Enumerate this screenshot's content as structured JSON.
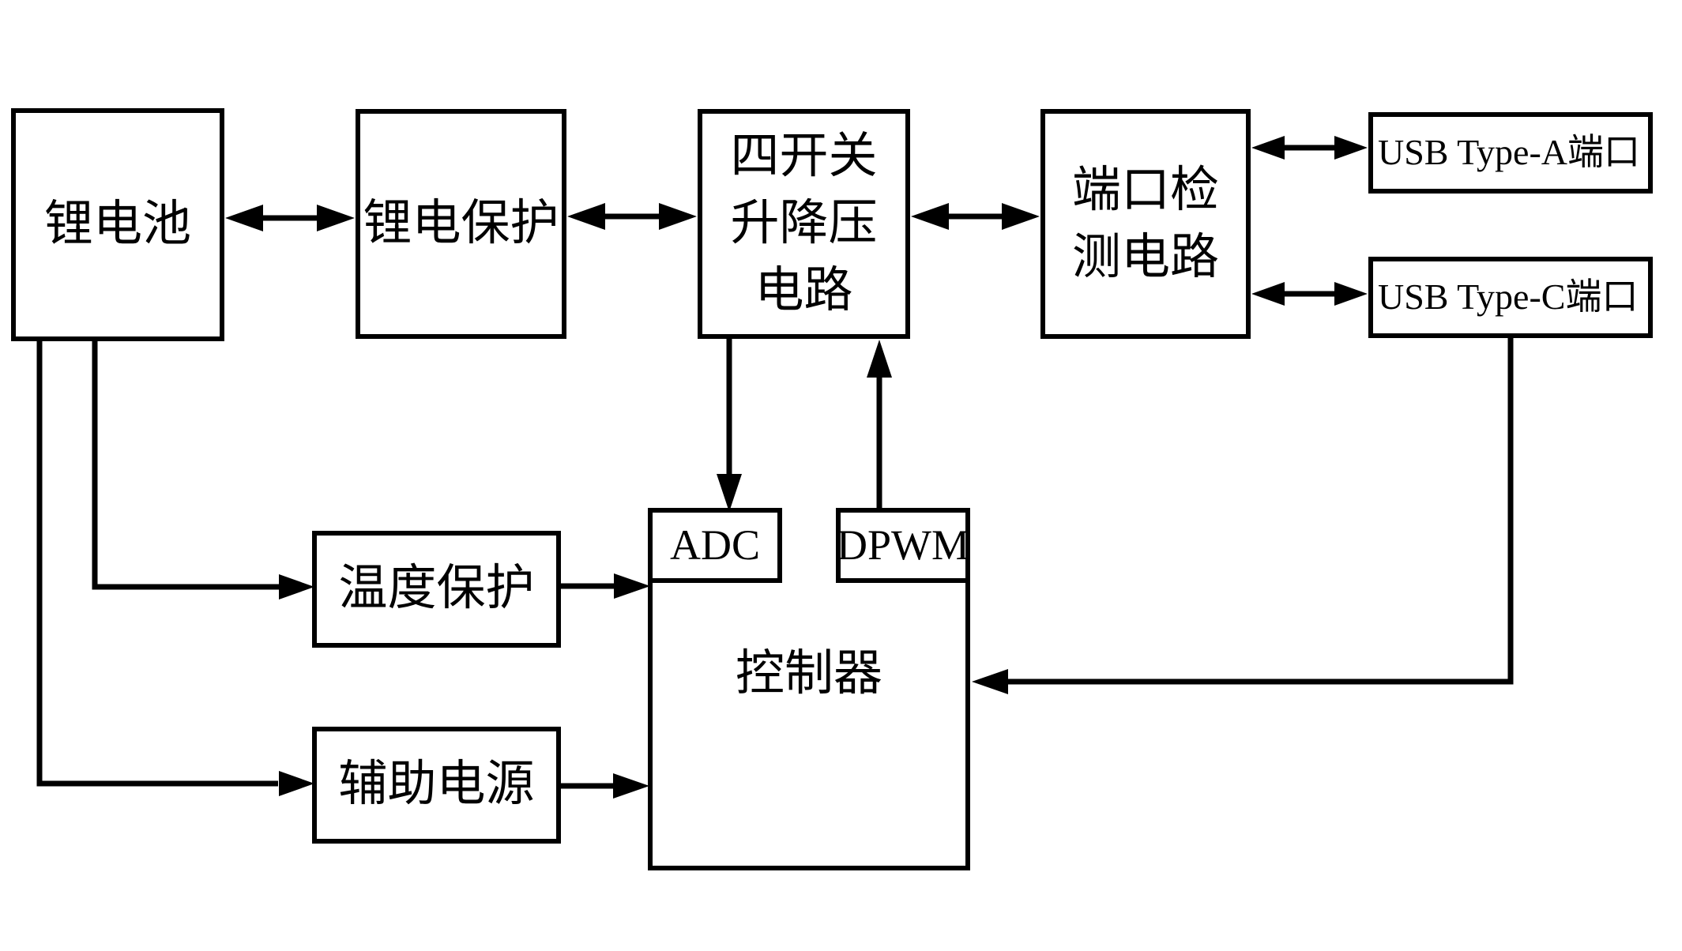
{
  "colors": {
    "background": "#ffffff",
    "line": "#000000",
    "text": "#000000"
  },
  "blocks": {
    "battery": {
      "label": "锂电池"
    },
    "battery_protection": {
      "label": "锂电保护"
    },
    "buck_boost": {
      "lines": [
        "四开关",
        "升降压",
        "电路"
      ]
    },
    "port_detection": {
      "lines": [
        "端口检",
        "测电路"
      ]
    },
    "usb_type_a": {
      "label": "USB Type-A端口"
    },
    "usb_type_c": {
      "label": "USB Type-C端口"
    },
    "temperature_protection": {
      "label": "温度保护"
    },
    "auxiliary_power": {
      "label": "辅助电源"
    },
    "adc": {
      "label": "ADC"
    },
    "dpwm": {
      "label": "DPWM"
    },
    "controller": {
      "label": "控制器"
    }
  },
  "connections": [
    {
      "from": "锂电池",
      "to": "锂电保护",
      "type": "bidirectional"
    },
    {
      "from": "锂电保护",
      "to": "四开关升降压电路",
      "type": "bidirectional"
    },
    {
      "from": "四开关升降压电路",
      "to": "端口检测电路",
      "type": "bidirectional"
    },
    {
      "from": "端口检测电路",
      "to": "USB Type-A端口",
      "type": "bidirectional"
    },
    {
      "from": "端口检测电路",
      "to": "USB Type-C端口",
      "type": "bidirectional"
    },
    {
      "from": "四开关升降压电路",
      "to": "ADC",
      "type": "unidirectional"
    },
    {
      "from": "DPWM",
      "to": "四开关升降压电路",
      "type": "unidirectional"
    },
    {
      "from": "锂电池",
      "to": "温度保护",
      "type": "unidirectional"
    },
    {
      "from": "锂电池",
      "to": "辅助电源",
      "type": "unidirectional"
    },
    {
      "from": "温度保护",
      "to": "控制器",
      "type": "unidirectional"
    },
    {
      "from": "辅助电源",
      "to": "控制器",
      "type": "unidirectional"
    },
    {
      "from": "USB Type-C端口",
      "to": "控制器",
      "type": "unidirectional"
    }
  ]
}
